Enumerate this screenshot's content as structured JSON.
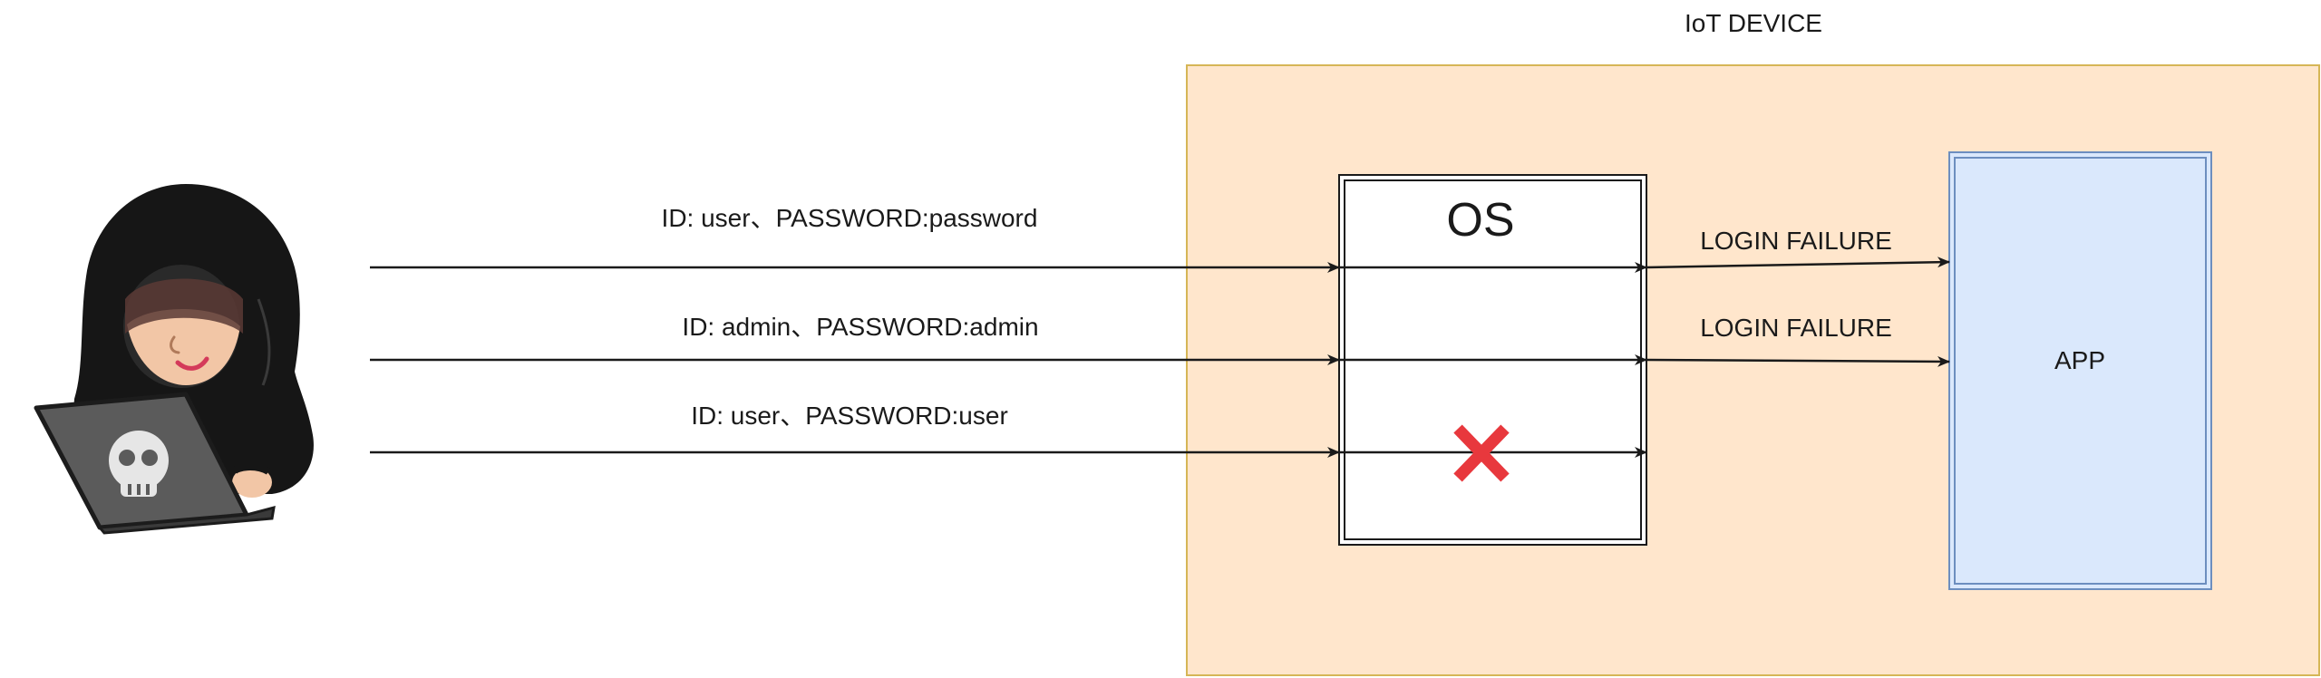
{
  "device": {
    "title": "IoT DEVICE"
  },
  "os": {
    "label": "OS"
  },
  "app": {
    "label": "APP"
  },
  "attempts": [
    {
      "credentials": "ID: user、PASSWORD:password",
      "result": "LOGIN FAILURE"
    },
    {
      "credentials": "ID: admin、PASSWORD:admin",
      "result": "LOGIN FAILURE"
    },
    {
      "credentials": "ID: user、PASSWORD:user",
      "result": ""
    }
  ],
  "colors": {
    "device_fill": "#ffe6cc",
    "device_border": "#d6b656",
    "app_fill": "#dae8fc",
    "app_border": "#6c8ebf",
    "os_fill": "#ffffff",
    "arrow": "#1a1a1a",
    "blocked_mark": "#e8383d"
  },
  "icons": [
    "hacker-icon",
    "skull-icon",
    "x-mark-icon"
  ]
}
